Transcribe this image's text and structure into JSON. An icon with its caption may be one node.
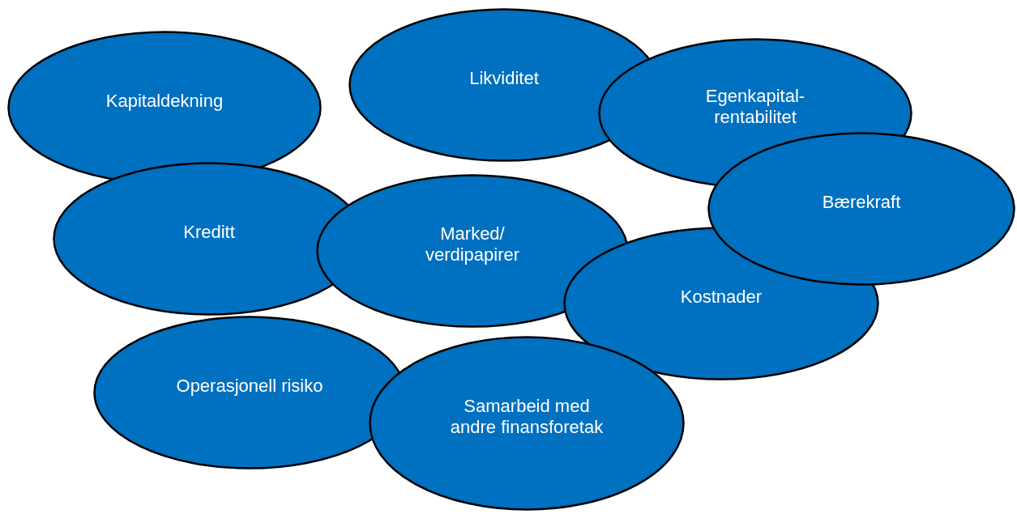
{
  "diagram": {
    "nodes": [
      {
        "text": [
          "Kapitaldekning"
        ]
      },
      {
        "text": [
          "Likviditet"
        ]
      },
      {
        "text": [
          "Egenkapital-rentabilitet"
        ]
      },
      {
        "text": [
          "Bærekraft"
        ]
      },
      {
        "text": [
          "Kreditt"
        ]
      },
      {
        "text": [
          "Marked/ verdipapirer"
        ]
      },
      {
        "text": [
          "Kostnader"
        ]
      },
      {
        "text": [
          "Operasjonell risiko"
        ]
      },
      {
        "text": [
          "Samarbeid med andre finansforetak"
        ]
      }
    ]
  }
}
